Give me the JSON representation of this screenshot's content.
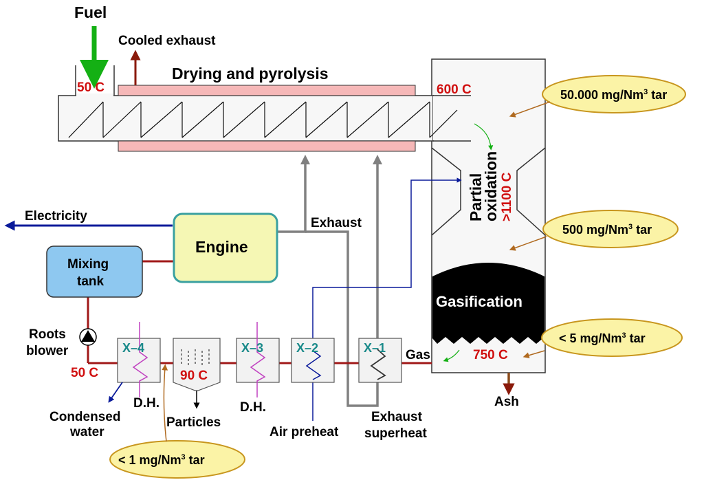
{
  "labels": {
    "fuel": "Fuel",
    "cooled_exhaust": "Cooled exhaust",
    "drying": "Drying and pyrolysis",
    "t50_top": "50 C",
    "t600": "600 C",
    "partial": "Partial",
    "oxidation": "oxidation",
    "t1100": ">1100 C",
    "electricity": "Electricity",
    "exhaust": "Exhaust",
    "engine": "Engine",
    "mixing1": "Mixing",
    "mixing2": "tank",
    "roots1": "Roots",
    "roots2": "blower",
    "t50_bottom": "50 C",
    "t90": "90 C",
    "gasification": "Gasification",
    "gas": "Gas",
    "t750": "750 C",
    "ash": "Ash",
    "x4": "X–4",
    "x3": "X–3",
    "x2": "X–2",
    "x1": "X–1",
    "dh1": "D.H.",
    "dh2": "D.H.",
    "condensed1": "Condensed",
    "condensed2": "water",
    "particles": "Particles",
    "air_preheat": "Air preheat",
    "exhaust_sh1": "Exhaust",
    "exhaust_sh2": "superheat"
  },
  "tar_callouts": {
    "c1_value": "50.000 mg/Nm",
    "c2_value": "500 mg/Nm",
    "c3_value": "< 5 mg/Nm",
    "c4_value": "< 1 mg/Nm",
    "sup": "3",
    "unit": " tar"
  },
  "colors": {
    "red": "#d01010",
    "pink": "#f6b8b8",
    "engine_fill": "#f5f7b4",
    "engine_border": "#3aa0a0",
    "tank_fill": "#8ec8f0",
    "callout_fill": "#fbf3a6",
    "callout_border": "#c8961e",
    "grey": "#808080",
    "blue": "#0a1a9a",
    "green": "#14b014"
  }
}
